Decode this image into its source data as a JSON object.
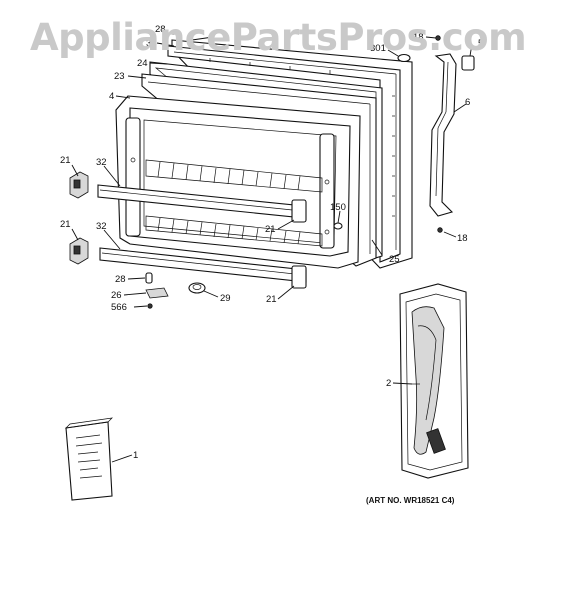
{
  "watermark": "AppliancePartsPros.com",
  "art_number": "(ART NO. WR18521 C4)",
  "callouts": {
    "c28_top": "28",
    "c30": "30",
    "c301": "301",
    "c24": "24",
    "c23": "23",
    "c4": "4",
    "c18_top": "18",
    "c5": "5",
    "c6": "6",
    "c21_a": "21",
    "c32_a": "32",
    "c21_b": "21",
    "c32_b": "32",
    "c150": "150",
    "c21_c": "21",
    "c25": "25",
    "c18_bot": "18",
    "c28_bot": "28",
    "c26": "26",
    "c566": "566",
    "c29": "29",
    "c21_d": "21",
    "c2": "2",
    "c1": "1"
  }
}
